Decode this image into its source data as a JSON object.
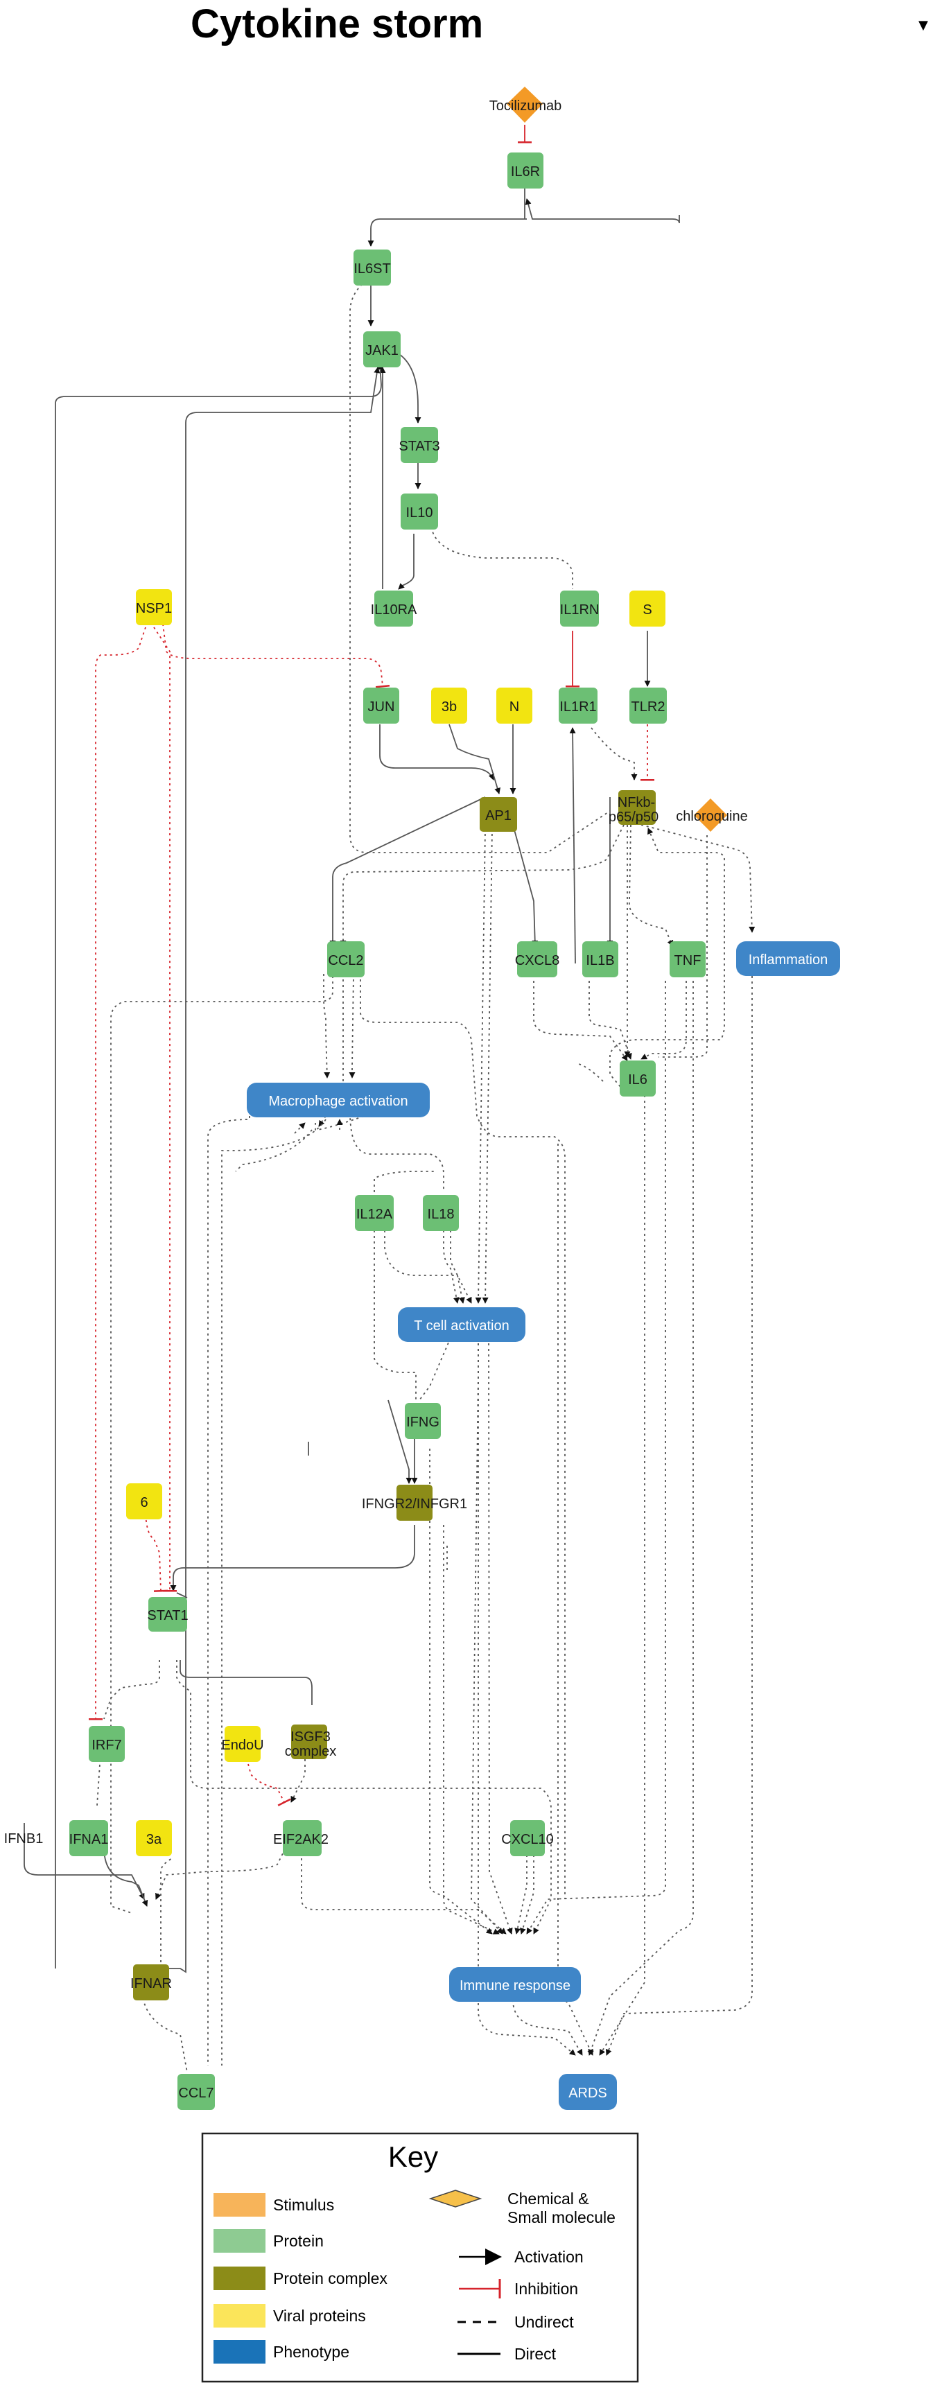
{
  "title": "Cytokine storm",
  "colors": {
    "protein": "#6cbf74",
    "complex": "#8c8c18",
    "viral": "#f2e411",
    "phenotype": "#3f86c8",
    "drug": "#f39a26",
    "inhibition": "#d6242c",
    "edge": "#555555"
  },
  "nodes": {
    "tocilizumab": "Tocilizumab",
    "il6r": "IL6R",
    "il6st": "IL6ST",
    "jak1": "JAK1",
    "stat3": "STAT3",
    "il10": "IL10",
    "il10ra": "IL10RA",
    "nsp1": "NSP1",
    "il1rn": "IL1RN",
    "s": "S",
    "jun": "JUN",
    "n3b": "3b",
    "n": "N",
    "il1r1": "IL1R1",
    "tlr2": "TLR2",
    "ap1": "AP1",
    "nfkb_line1": "NFkb-",
    "nfkb_line2": "p65/p50",
    "chloroquine": "chloroquine",
    "ccl2": "CCL2",
    "cxcl8": "CXCL8",
    "il1b": "IL1B",
    "tnf": "TNF",
    "inflammation": "Inflammation",
    "il6": "IL6",
    "macrophage": "Macrophage activation",
    "il12a": "IL12A",
    "il18": "IL18",
    "tcell": "T cell activation",
    "ifng": "IFNG",
    "ifngr": "IFNGR2/INFGR1",
    "n6": "6",
    "stat1": "STAT1",
    "irf7": "IRF7",
    "endou": "EndoU",
    "isgf3_line1": "ISGF3",
    "isgf3_line2": "complex",
    "ifnb1": "IFNB1",
    "ifna1": "IFNA1",
    "n3a": "3a",
    "eif2ak2": "EIF2AK2",
    "cxcl10": "CXCL10",
    "ifnar": "IFNAR",
    "immune": "Immune response",
    "ccl7": "CCL7",
    "ards": "ARDS"
  },
  "key": {
    "title": "Key",
    "stimulus": "Stimulus",
    "protein": "Protein",
    "complex": "Protein complex",
    "viral": "Viral proteins",
    "phenotype": "Phenotype",
    "chemical_line1": "Chemical &",
    "chemical_line2": "Small molecule",
    "activation": "Activation",
    "inhibition": "Inhibition",
    "undirect": "Undirect",
    "direct": "Direct",
    "colors": {
      "stimulus": "#f7b45a",
      "protein": "#8ecb92",
      "complex": "#8c8c18",
      "viral": "#fbe55a",
      "phenotype": "#1a73b8",
      "chemical": "#f6c04a"
    }
  }
}
